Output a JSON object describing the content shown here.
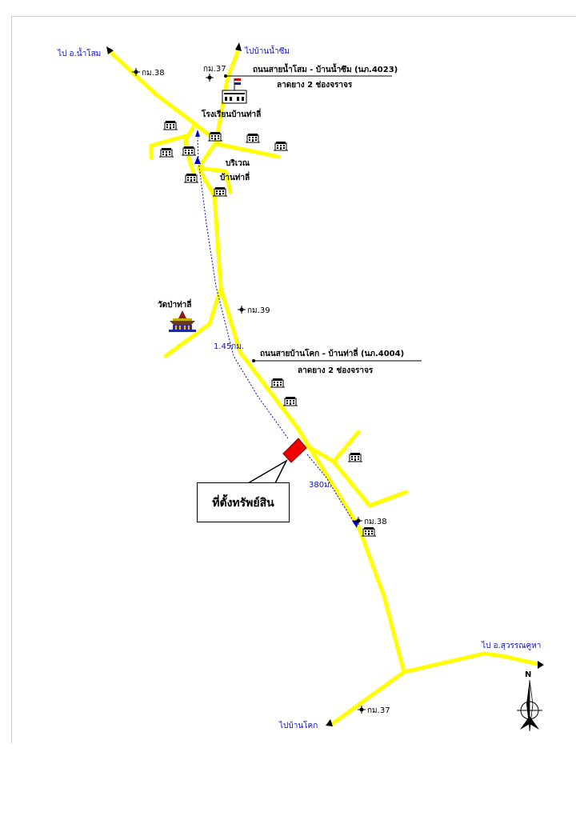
{
  "map": {
    "destinations": {
      "top_left": "ไป อ.น้ำโสม",
      "top_center": "ไปบ้านน้ำซึม",
      "bottom_left": "ไปบ้านโคก",
      "right": "ไป อ.สุวรรณคูหา"
    },
    "km_markers": {
      "km38_top": "กม.38",
      "km37_top": "กม.37",
      "km39": "กม.39",
      "km38_mid": "กม.38",
      "km37_bottom": "กม.37"
    },
    "roads": {
      "north_name": "ถนนสายน้ำโสม - บ้านน้ำซึม (นภ.4023)",
      "north_surface": "ลาดยาง 2 ช่องจราจร",
      "main_name": "ถนนสายบ้านโคก - บ้านท่าลี่ (นภ.4004)",
      "main_surface": "ลาดยาง 2 ช่องจราจร"
    },
    "landmarks": {
      "school": "โรงเรียนบ้านท่าลี่",
      "village_line1": "บริเวณ",
      "village_line2": "บ้านท่าลี่",
      "temple": "วัดป่าท่าลี่"
    },
    "distances": {
      "to_village": "1.45กม.",
      "to_km38": "380ม."
    },
    "property_label": "ที่ตั้งทรัพย์สิน",
    "compass_north": "N",
    "colors": {
      "road": "#ffff00",
      "route": "#0000cc",
      "property": "#ee0000",
      "destination_text": "#1010c8"
    }
  }
}
